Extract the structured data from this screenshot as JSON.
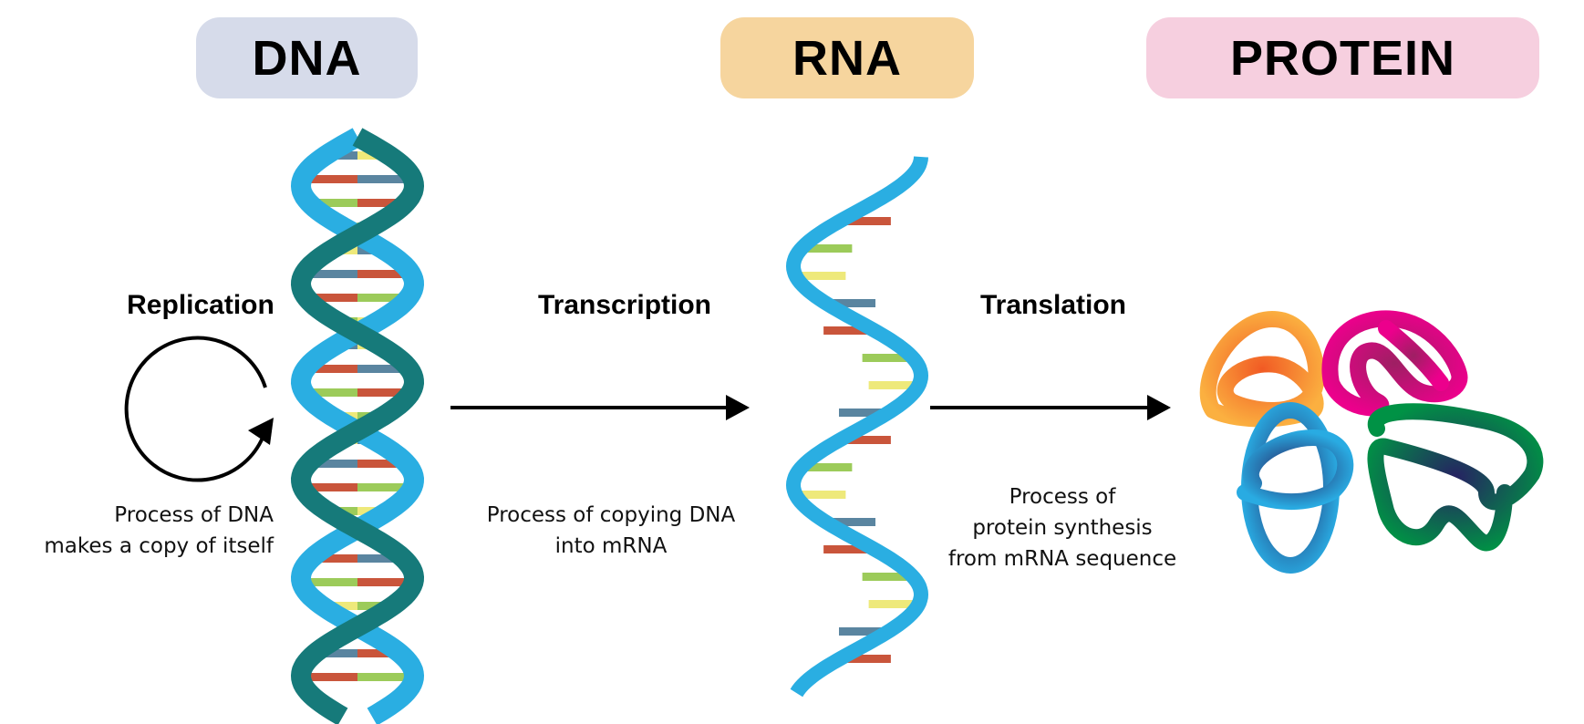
{
  "badges": {
    "dna": {
      "label": "DNA",
      "color": "#d6dbea"
    },
    "rna": {
      "label": "RNA",
      "color": "#f6d59e"
    },
    "protein": {
      "label": "PROTEIN",
      "color": "#f6cfdf"
    }
  },
  "steps": {
    "replication": {
      "title": "Replication",
      "desc_line1": "Process of DNA",
      "desc_line2": "makes a copy of itself"
    },
    "transcription": {
      "title": "Transcription",
      "desc_line1": "Process of copying DNA",
      "desc_line2": "into mRNA"
    },
    "translation": {
      "title": "Translation",
      "desc_line1": "Process of",
      "desc_line2": "protein synthesis",
      "desc_line3": "from mRNA sequence"
    }
  },
  "colors": {
    "strand_dark": "#167a7a",
    "strand_light": "#2aaee2",
    "base_red": "#c9553b",
    "base_green": "#9ccb5a",
    "base_yellow": "#eee97a",
    "base_blue": "#5a85a0",
    "protein_orange": "#f7931e",
    "protein_magenta": "#e0108c",
    "protein_blue": "#1c82c8",
    "protein_green": "#0b7a3e"
  }
}
